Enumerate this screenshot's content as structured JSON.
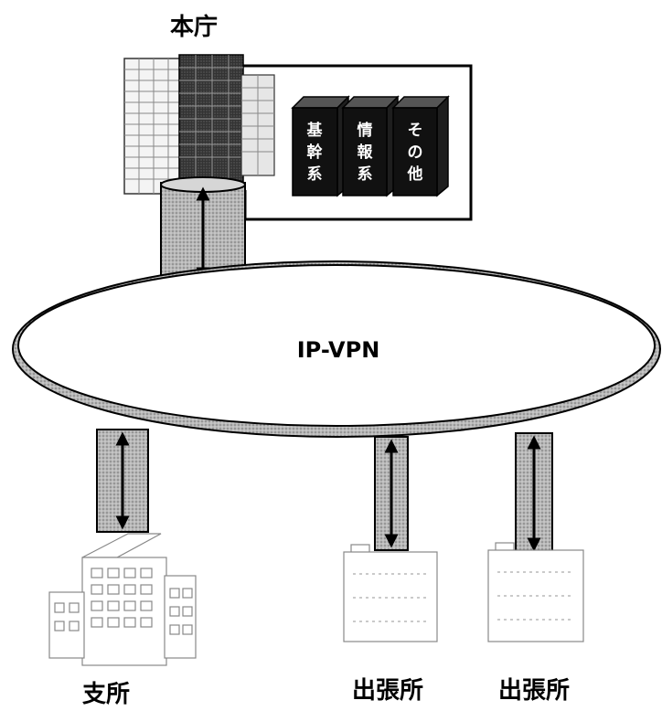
{
  "headquarters": {
    "label": "本庁",
    "systems": [
      {
        "chars": [
          "基",
          "幹",
          "系"
        ]
      },
      {
        "chars": [
          "情",
          "報",
          "系"
        ]
      },
      {
        "chars": [
          "そ",
          "の",
          "他"
        ]
      }
    ]
  },
  "network": {
    "label": "IP-VPN"
  },
  "sites": [
    {
      "label": "支所"
    },
    {
      "label": "出張所"
    },
    {
      "label": "出張所"
    }
  ]
}
